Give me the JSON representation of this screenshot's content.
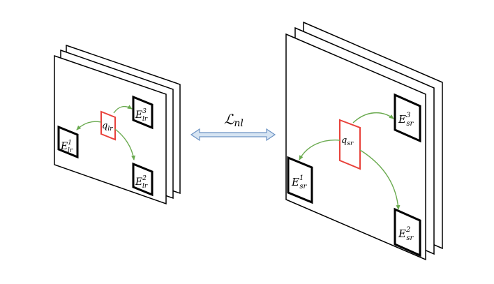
{
  "figure": {
    "loss_label": {
      "main": "ℒ",
      "sub": "nl"
    },
    "left_stack": {
      "query": {
        "main": "q",
        "sub": "lr"
      },
      "boxes": [
        {
          "main": "E",
          "sup": "1",
          "sub": "lr"
        },
        {
          "main": "E",
          "sup": "2",
          "sub": "lr"
        },
        {
          "main": "E",
          "sup": "3",
          "sub": "lr"
        }
      ]
    },
    "right_stack": {
      "query": {
        "main": "q",
        "sub": "sr"
      },
      "boxes": [
        {
          "main": "E",
          "sup": "1",
          "sub": "sr"
        },
        {
          "main": "E",
          "sup": "2",
          "sub": "sr"
        },
        {
          "main": "E",
          "sup": "3",
          "sub": "sr"
        }
      ]
    },
    "colors": {
      "query_box": "#e8413a",
      "arrow_green": "#6aaa4f",
      "double_arrow_fill": "#d6e4f2",
      "double_arrow_stroke": "#6d93c4",
      "frame": "#000000"
    }
  }
}
